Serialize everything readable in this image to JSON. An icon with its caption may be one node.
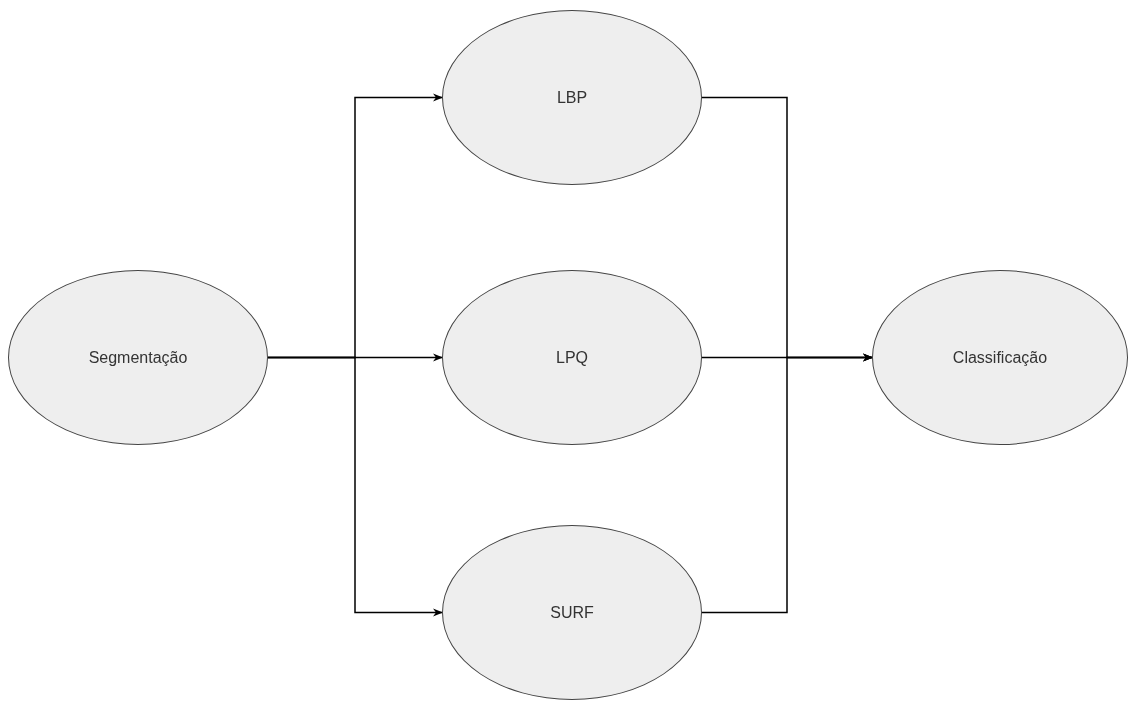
{
  "diagram": {
    "nodes": [
      {
        "text": [
          "Segmentação"
        ]
      },
      {
        "text": [
          "LBP"
        ]
      },
      {
        "text": [
          "LPQ"
        ]
      },
      {
        "text": [
          "SURF"
        ]
      },
      {
        "text": [
          "Classificação"
        ]
      }
    ],
    "edges": [
      {
        "from": 0,
        "to": 1,
        "arrow": "to"
      },
      {
        "from": 0,
        "to": 2,
        "arrow": "to"
      },
      {
        "from": 0,
        "to": 3,
        "arrow": "to"
      },
      {
        "from": 1,
        "to": 4,
        "arrow": "to"
      },
      {
        "from": 2,
        "to": 4,
        "arrow": "to"
      },
      {
        "from": 3,
        "to": 4,
        "arrow": "to"
      }
    ]
  }
}
